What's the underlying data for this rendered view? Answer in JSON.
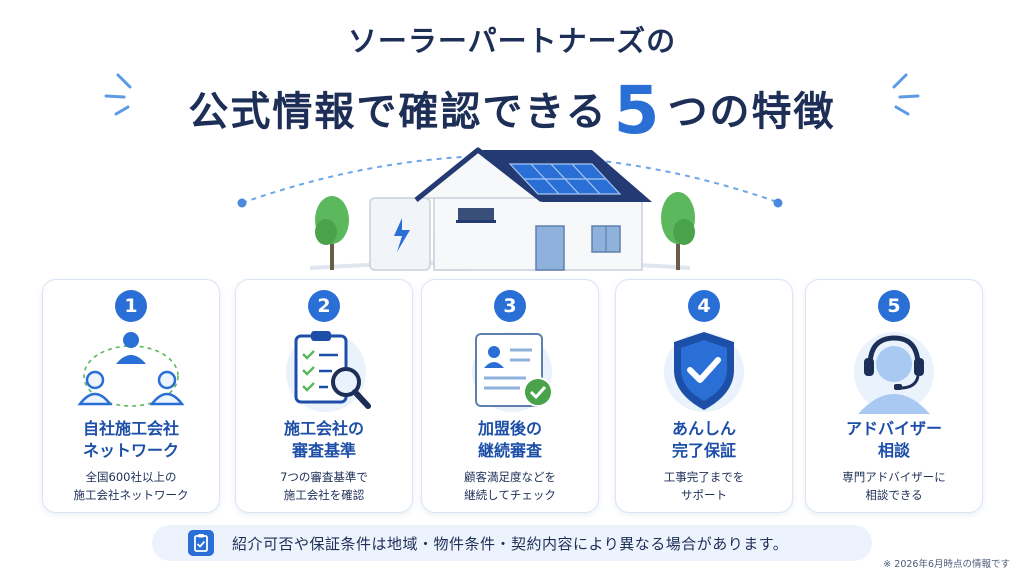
{
  "title": {
    "line1": "ソーラーパートナーズの",
    "line2_prefix": "公式情報で確認できる",
    "line2_number": "5",
    "line2_suffix": "つの特徴"
  },
  "features": [
    {
      "number": "1",
      "title_line1": "自社施工会社",
      "title_line2": "ネットワーク",
      "desc_line1": "全国600社以上の",
      "desc_line2": "施工会社ネットワーク",
      "icon": "network-people-icon"
    },
    {
      "number": "2",
      "title_line1": "施工会社の",
      "title_line2": "審査基準",
      "desc_line1": "7つの審査基準で",
      "desc_line2": "施工会社を確認",
      "icon": "clipboard-magnifier-icon"
    },
    {
      "number": "3",
      "title_line1": "加盟後の",
      "title_line2": "継続審査",
      "desc_line1": "顧客満足度などを",
      "desc_line2": "継続してチェック",
      "icon": "profile-document-check-icon"
    },
    {
      "number": "4",
      "title_line1": "あんしん",
      "title_line2": "完了保証",
      "desc_line1": "工事完了までを",
      "desc_line2": "サポート",
      "icon": "shield-check-icon"
    },
    {
      "number": "5",
      "title_line1": "アドバイザー",
      "title_line2": "相談",
      "desc_line1": "専門アドバイザーに",
      "desc_line2": "相談できる",
      "icon": "headset-advisor-icon"
    }
  ],
  "note": {
    "text": "紹介可否や保証条件は地域・物件条件・契約内容により異なる場合があります。",
    "icon": "clipboard-check-icon"
  },
  "footnote": "※ 2026年6月時点の情報です",
  "colors": {
    "navy": "#1d2f57",
    "accent_blue": "#2a6fd6",
    "card_title_blue": "#1d4fa8",
    "note_bg": "#edf3fc"
  }
}
